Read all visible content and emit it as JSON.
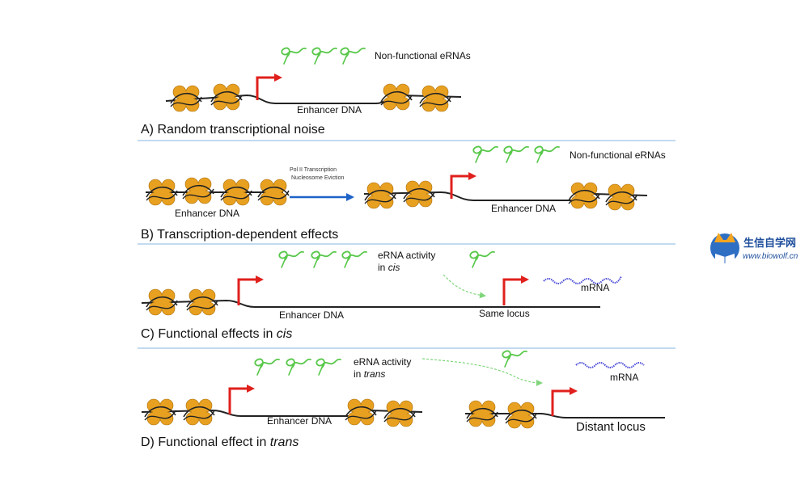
{
  "panels": {
    "a": {
      "title": "A) Random transcriptional noise",
      "enhancer_dna": "Enhancer DNA",
      "noncoding": "Non-functional eRNAs"
    },
    "b": {
      "title": "B) Transcription-dependent effects",
      "enhancer_dna_left": "Enhancer DNA",
      "enhancer_dna_right": "Enhancer DNA",
      "noncoding": "Non-functional eRNAs",
      "arrow_line1": "Pol II Transcription",
      "arrow_line2": "Nucleosome Eviction"
    },
    "c": {
      "title_prefix": "C) Functional effects in ",
      "title_italic": "cis",
      "enhancer_dna": "Enhancer DNA",
      "locus": "Same locus",
      "activity_line1": "eRNA activity",
      "activity_line2_prefix": "in ",
      "activity_line2_italic": "cis",
      "mrna": "mRNA"
    },
    "d": {
      "title_prefix": "D) Functional effect in ",
      "title_italic": "trans",
      "enhancer_dna": "Enhancer DNA",
      "locus": "Distant locus",
      "activity_line1": "eRNA activity",
      "activity_line2_prefix": "in ",
      "activity_line2_italic": "trans",
      "mrna": "mRNA"
    }
  },
  "watermark": {
    "chinese": "生信自学网",
    "url": "www.biowolf.cn"
  },
  "colors": {
    "nucleosome": "#E8A020",
    "dna": "#222222",
    "tss_arrow": "#E0201C",
    "erna": "#58C84A",
    "mrna": "#4A4AD8",
    "divider": "#9EC3E6",
    "eviction_arrow": "#1E63C8"
  }
}
